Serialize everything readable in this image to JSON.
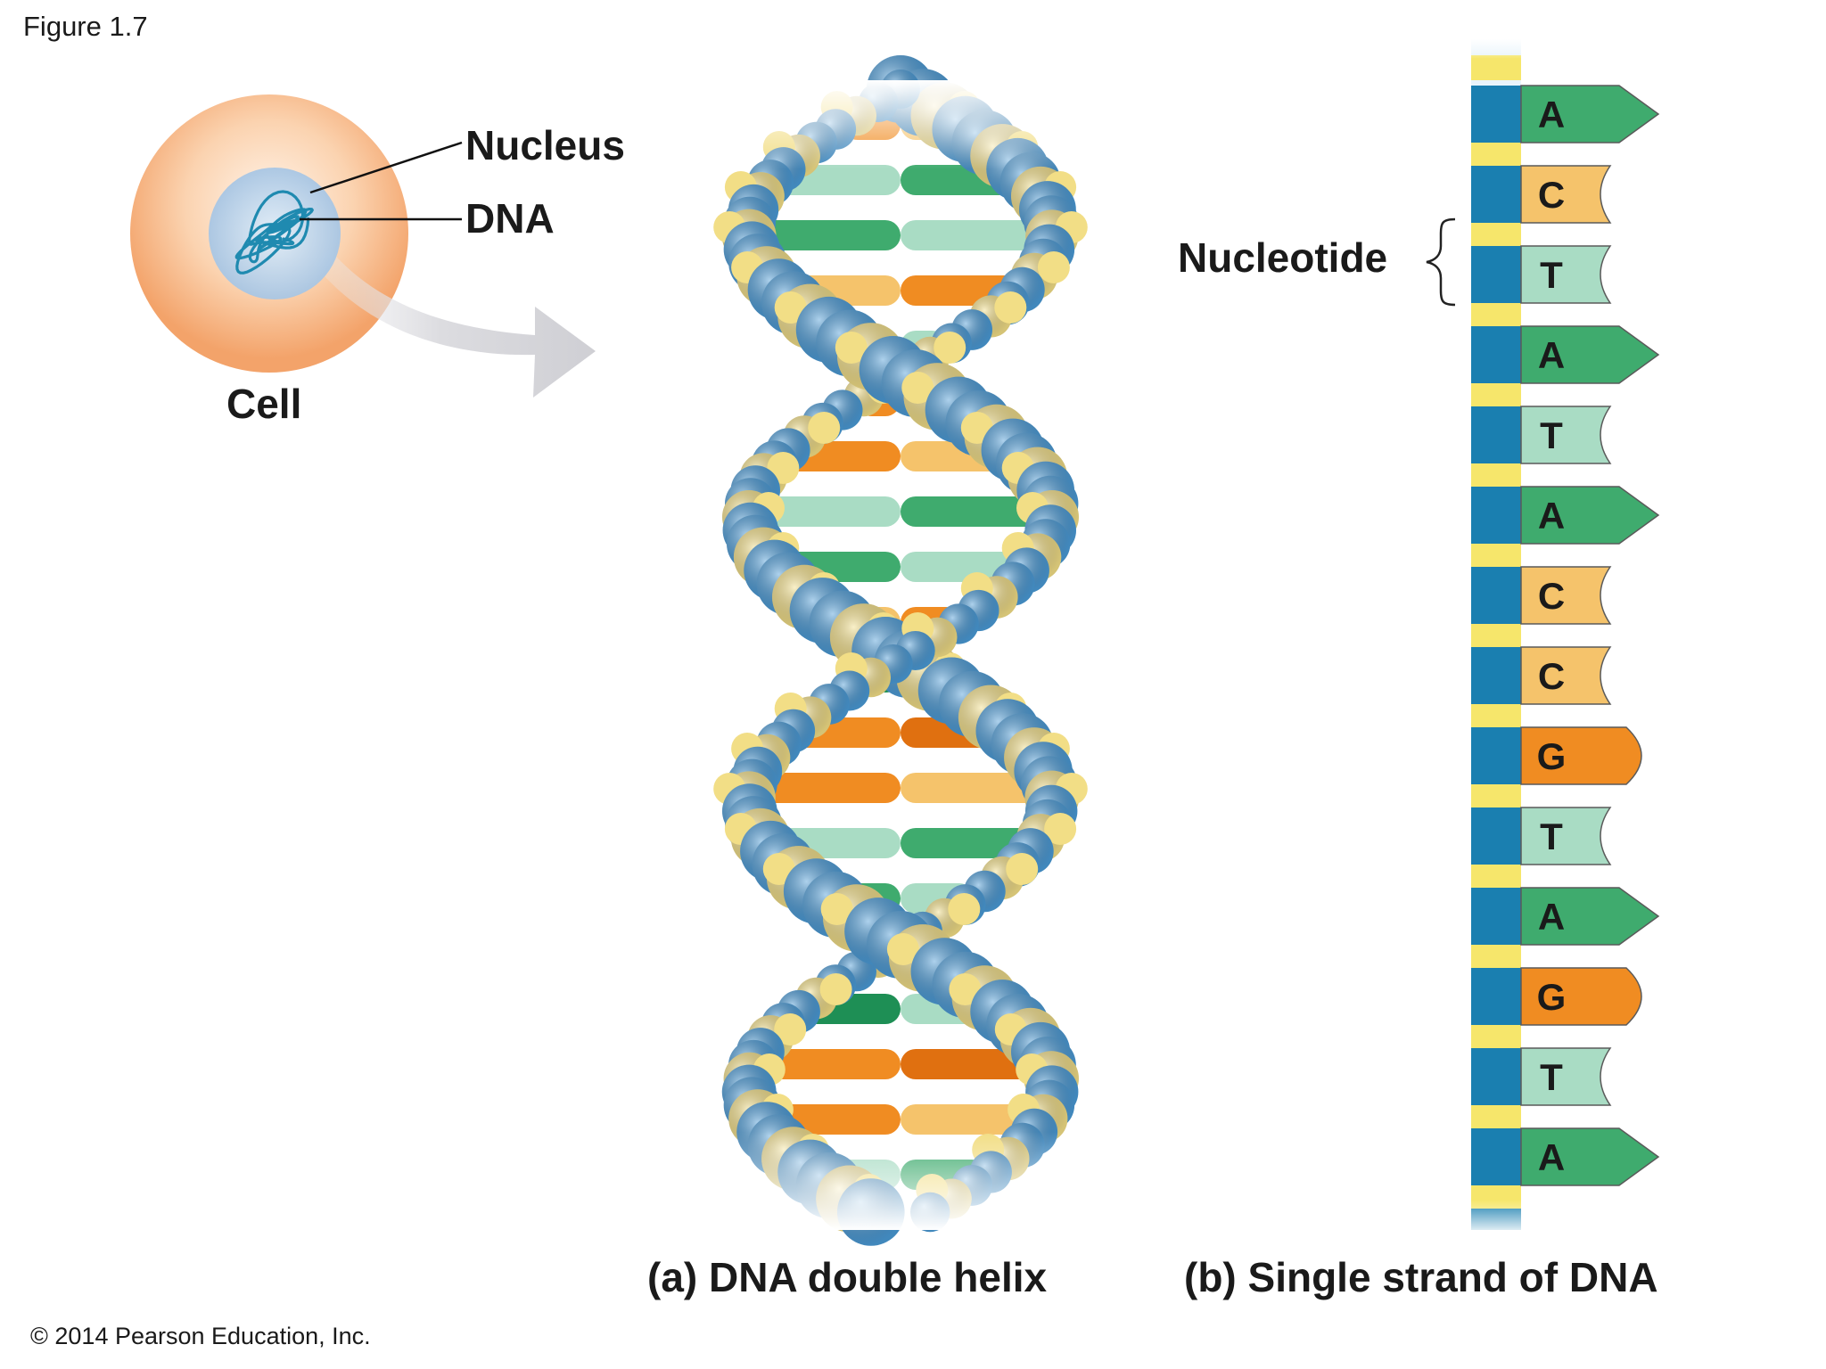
{
  "figure_label": "Figure 1.7",
  "copyright": "© 2014 Pearson Education, Inc.",
  "labels": {
    "nucleus": "Nucleus",
    "dna": "DNA",
    "cell": "Cell",
    "nucleotide": "Nucleotide"
  },
  "captions": {
    "a": "(a) DNA double helix",
    "b": "(b) Single strand of DNA"
  },
  "strand": {
    "bases": [
      "A",
      "C",
      "T",
      "A",
      "T",
      "A",
      "C",
      "C",
      "G",
      "T",
      "A",
      "G",
      "T",
      "A"
    ]
  },
  "colors": {
    "A": "#3fab6e",
    "C": "#f5c36b",
    "T": "#a9dcc4",
    "G": "#f08c22",
    "backbone_blue": "#1a7fb0",
    "backbone_yellow": "#f6e66b",
    "helix_blue": "#4a9ad6",
    "helix_yellow": "#f2de86",
    "cell": "#f6b27c",
    "nucleus": "#a9c8e6",
    "dna_coil": "#1f8ab0",
    "arrow": "#d6d6da"
  }
}
